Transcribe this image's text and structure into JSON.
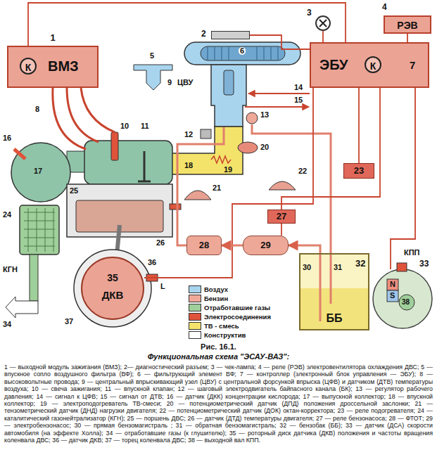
{
  "diagram": {
    "title": "Рис. 16.1.",
    "caption": "Функциональная схема \"ЭСАУ-ВАЗ\":",
    "nodes": [
      {
        "text": [
          "1",
          "К",
          "ВМЗ"
        ]
      },
      {
        "text": [
          "К",
          "ЭБУ",
          "7"
        ]
      },
      {
        "text": [
          "4",
          "РЭВ"
        ]
      },
      {
        "text": [
          "2"
        ]
      },
      {
        "text": [
          "3"
        ]
      },
      {
        "text": [
          "23"
        ]
      },
      {
        "text": [
          "27"
        ]
      },
      {
        "text": [
          "28"
        ]
      },
      {
        "text": [
          "29"
        ]
      },
      {
        "text": [
          "32",
          "ББ"
        ]
      },
      {
        "text": [
          "35",
          "ДКВ"
        ]
      },
      {
        "text": [
          "КПП",
          "33"
        ]
      }
    ],
    "edges": [
      {
        "from": 1,
        "to": 0,
        "arrow": "none"
      },
      {
        "from": 1,
        "to": 3,
        "arrow": "none"
      },
      {
        "from": 1,
        "to": 4,
        "arrow": "none"
      },
      {
        "from": 1,
        "to": 2,
        "arrow": "none"
      },
      {
        "from": 1,
        "to": 5,
        "arrow": "none"
      },
      {
        "from": 1,
        "to": 6,
        "arrow": "none"
      },
      {
        "from": 1,
        "to": 11,
        "arrow": "none"
      },
      {
        "from": 1,
        "to": 10,
        "arrow": "none"
      },
      {
        "from": 9,
        "to": 8,
        "arrow": "to"
      },
      {
        "from": 8,
        "to": 7,
        "arrow": "to"
      },
      {
        "from": 6,
        "to": 8,
        "arrow": "none"
      }
    ],
    "labels": [
      "5",
      "6",
      "9",
      "ЦВУ",
      "8",
      "10",
      "11",
      "12",
      "13",
      "14",
      "15",
      "16",
      "17",
      "18",
      "19",
      "20",
      "21",
      "22",
      "24",
      "25",
      "26",
      "30",
      "31",
      "КГН",
      "34",
      "36",
      "37",
      "L",
      "N",
      "S",
      "38",
      "1 — выходной модуль зажигания (ВМЗ); 2— диагностический разъем; 3 — чек-лампа; 4 — реле (РЭВ) электровентилятора охлаждения ДВС; 5 — впускное сопло воздушного фильтра (ВФ); 6 — фильтрующий элемент ВФ; 7 — контроллер (электронный блок управления — ЭБУ); 8 — высоковольтные провода; 9 — центральный впрыскивающий узел (ЦВУ) с центральной форсункой впрыска (ЦФВ) и датчиком (ДТВ) температуры воздуха; 10 — свеча зажигания; 11 — впускной клапан; 12 — шаговый электродвигатель байпасного канала (БК); 13 — регулятор рабочего давления; 14 — сигнал к ЦФВ; 15 — сигнал от ДТВ; 16 — датчик (ДКК) концентрации кислорода; 17 — выпускной коллектор; 18 — впускной коллектор; 19 — электроподогреватель ТВ-смеси; 20 — потенциометрический датчик (ДПД) положения дроссельной заслонки; 21 — тензометрический датчик (ДНД) нагрузки двигателя; 22 — потенциометрический датчик (ДОК) октан-корректора; 23 — реле подогревателя; 24 — каталитический газонейтрализатор (КГН); 25 — поршень ДВС; 26 — датчик (ДТД) температуры двигателя; 27 — реле бензонасоса; 28 — ФТОТ; 29 — электробензонасос; 30 — прямая бензомагистраль ; 31 — обратная бензомагистраль; 32 — бензобак (ББ); 33 — датчик (ДСА) скорости автомобиля (на эффекте Холла); 34 — отработавшие газы (к глушителю); 35 — роторный диск датчика (ДКВ) положения и частоты вращения коленвала ДВС; 36 — датчик ДКВ; 37 — торец коленвала ДВС; 38 — выходной вал КПП."
    ],
    "legend": [
      {
        "text": "Воздух",
        "color": "#a8d4ee"
      },
      {
        "text": "Бензин",
        "color": "#f0a898"
      },
      {
        "text": "Отработавшие газы",
        "color": "#9fcf9a"
      },
      {
        "text": "Электросоединения",
        "color": "#e0533b"
      },
      {
        "text": "ТВ - смесь",
        "color": "#f4e36a"
      },
      {
        "text": "Конструктив",
        "color": "#ffffff"
      }
    ]
  }
}
